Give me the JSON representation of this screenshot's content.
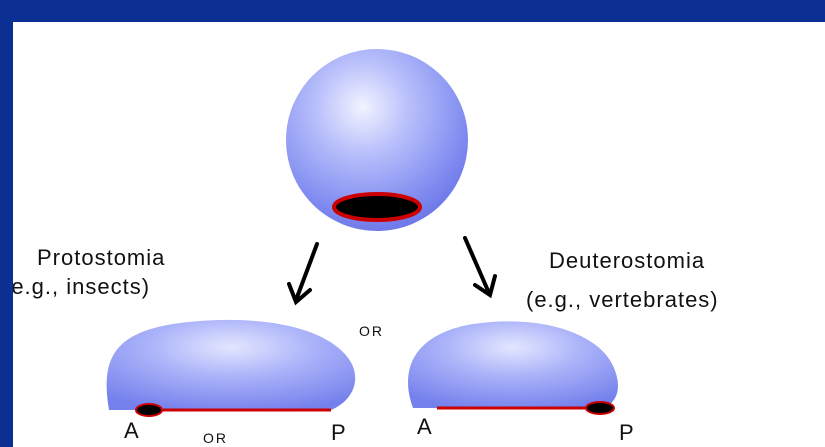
{
  "labels": {
    "protostomia": "Protostomia",
    "protostomia_example": "(e.g., insects)",
    "deuterostomia": "Deuterostomia",
    "deuterostomia_example": "(e.g., vertebrates)",
    "or_middle": "OR",
    "or_bottom": "OR",
    "left_anterior": "A",
    "left_posterior": "P",
    "right_anterior": "A",
    "right_posterior": "P"
  },
  "colors": {
    "frame": "#0b2f93",
    "embryo_blue": "#8c97f4",
    "blastopore_red": "#cc0000",
    "blastopore_black": "#000000"
  }
}
